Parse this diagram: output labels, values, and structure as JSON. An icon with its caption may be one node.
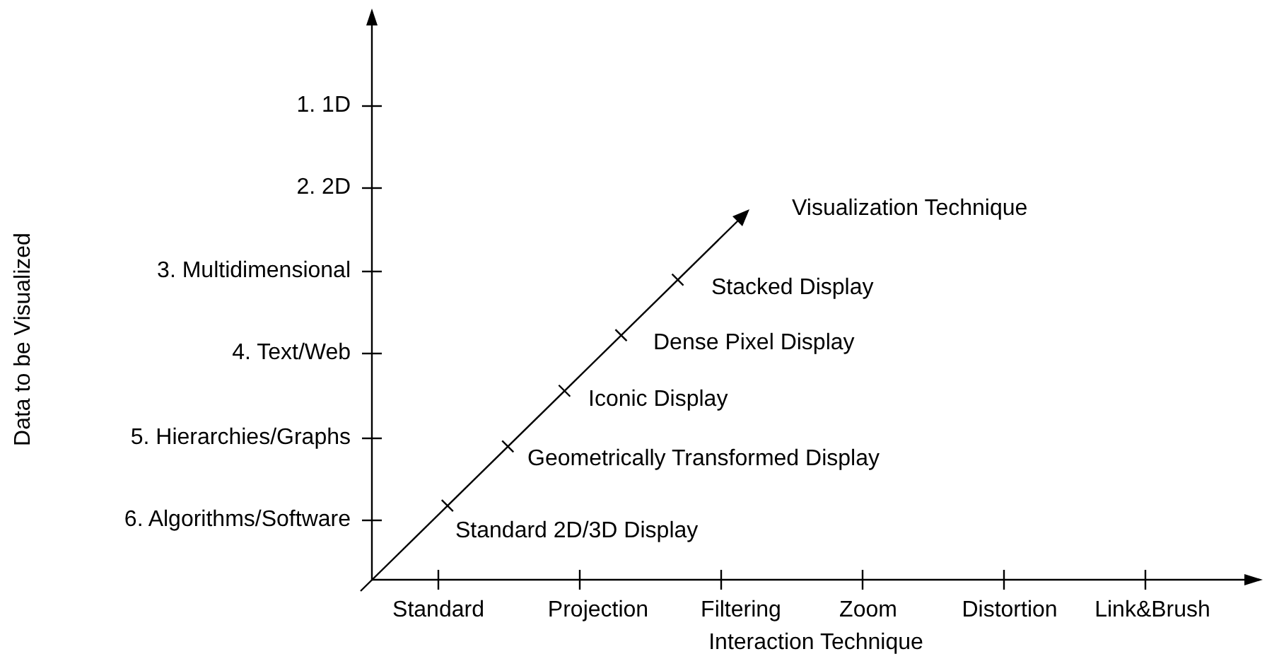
{
  "diagram": {
    "labels": [
      "1. 1D",
      "2. 2D",
      "Visualization Technique",
      "3. Multidimensional",
      "Stacked Display",
      "4. Text/Web",
      "Dense Pixel Display",
      "Iconic Display",
      "5. Hierarchies/Graphs",
      "Geometrically Transformed Display",
      "6. Algorithms/Software",
      "Standard 2D/3D Display",
      "Standard",
      "Projection",
      "Filtering",
      "Zoom",
      "Distortion",
      "Link&Brush",
      "Interaction Technique",
      "Data to be Visualized"
    ]
  }
}
